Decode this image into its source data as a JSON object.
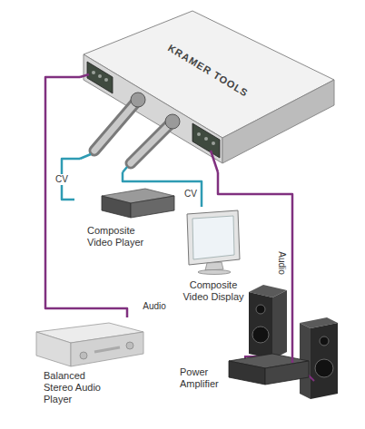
{
  "diagram": {
    "nodes": [
      {
        "text": [
          "KRAMER TOOLS"
        ]
      },
      {
        "text": [
          "Composite Video Player"
        ]
      },
      {
        "text": [
          "Composite Video Display"
        ]
      },
      {
        "text": [
          "Balanced Stereo Audio Player"
        ]
      },
      {
        "text": [
          "Power Amplifier"
        ]
      }
    ],
    "edges": [
      {
        "from": 1,
        "to": 0,
        "arrow": "none",
        "label": "CV"
      },
      {
        "from": 0,
        "to": 2,
        "arrow": "none",
        "label": "CV"
      },
      {
        "from": 3,
        "to": 0,
        "arrow": "none",
        "label": "Audio"
      },
      {
        "from": 0,
        "to": 4,
        "arrow": "none",
        "label": "Audio"
      }
    ]
  }
}
